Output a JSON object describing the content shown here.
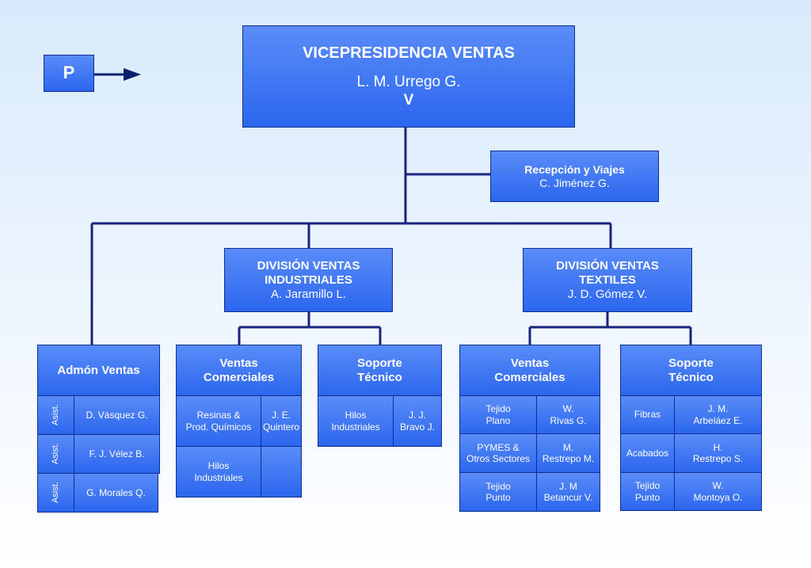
{
  "p_label": "P",
  "top": {
    "title": "VICEPRESIDENCIA VENTAS",
    "name": "L. M. Urrego G.",
    "code": "V"
  },
  "reception": {
    "title": "Recepción y Viajes",
    "name": "C. Jiménez G."
  },
  "div_ind": {
    "line1": "DIVISIÓN VENTAS",
    "line2": "INDUSTRIALES",
    "name": "A. Jaramillo L."
  },
  "div_tex": {
    "line1": "DIVISIÓN VENTAS",
    "line2": "TEXTILES",
    "name": "J. D.  Gómez V."
  },
  "admon": {
    "title": "Admón Ventas",
    "rows": [
      {
        "role": "Asist.",
        "name": "D. Vásquez G."
      },
      {
        "role": "Asist.",
        "name": "F. J. Vélez B."
      },
      {
        "role": "Asist.",
        "name": "G. Morales Q."
      }
    ]
  },
  "vc_ind": {
    "line1": "Ventas",
    "line2": "Comerciales",
    "r1_l1": "Resinas &",
    "r1_l2": "Prod. Químicos",
    "r1_p1": "J. E.",
    "r1_p2": "Quintero",
    "r2_l1": "Hilos",
    "r2_l2": "Industriales"
  },
  "st_ind": {
    "line1": "Soporte",
    "line2": "Técnico",
    "r1_l1": "Hilos",
    "r1_l2": "Industriales",
    "r1_p1": "J. J.",
    "r1_p2": "Bravo J."
  },
  "vc_tex": {
    "line1": "Ventas",
    "line2": "Comerciales",
    "rows": [
      {
        "l1": "Tejido",
        "l2": "Plano",
        "p1": "W.",
        "p2": "Rivas G."
      },
      {
        "l1": "PYMES &",
        "l2": "Otros Sectores",
        "p1": "M.",
        "p2": "Restrepo M."
      },
      {
        "l1": "Tejido",
        "l2": "Punto",
        "p1": "J. M",
        "p2": "Betancur V."
      }
    ]
  },
  "st_tex": {
    "line1": "Soporte",
    "line2": "Técnico",
    "rows": [
      {
        "l1": "Fibras",
        "p1": "J. M.",
        "p2": "Arbeláez E."
      },
      {
        "l1": "Acabados",
        "p1": "H.",
        "p2": "Restrepo S."
      },
      {
        "l1": "Tejido",
        "l2": "Punto",
        "p1": "W.",
        "p2": "Montoya O."
      }
    ]
  },
  "colors": {
    "box_fill": "#3a73f2",
    "border": "#0e2f8f",
    "connector": "#1a237e"
  }
}
